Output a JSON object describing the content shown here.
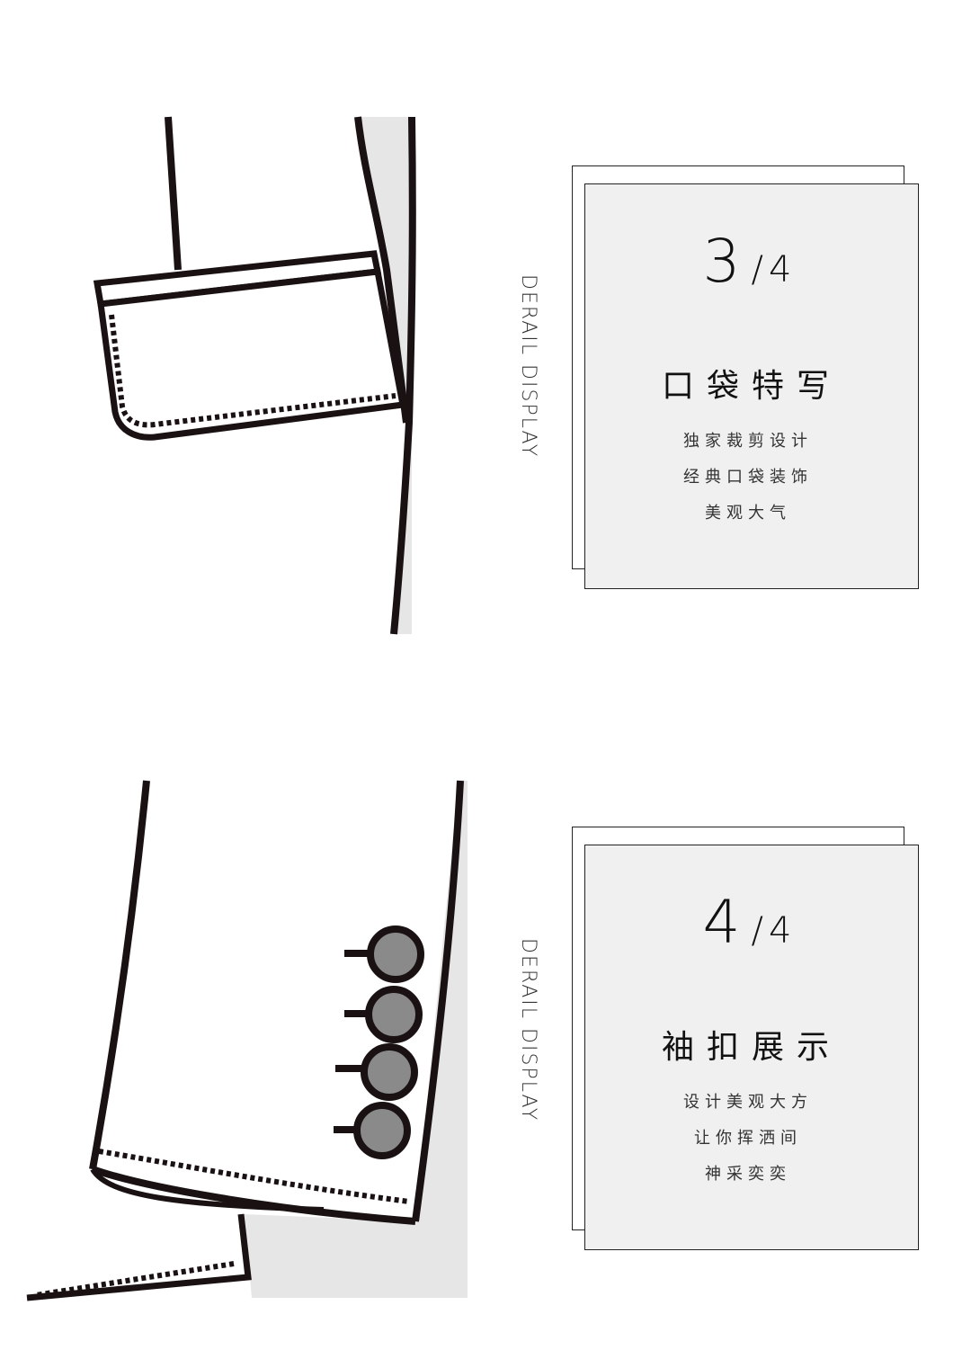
{
  "sections": [
    {
      "vertical_label": "DERAIL DISPLAY",
      "counter": {
        "current": "3",
        "separator": "/",
        "total": "4"
      },
      "heading": "口袋特写",
      "lines": [
        "独家裁剪设计",
        "经典口袋装饰",
        "美观大气"
      ],
      "illustration_icon": "jacket-pocket-illustration"
    },
    {
      "vertical_label": "DERAIL DISPLAY",
      "counter": {
        "current": "4",
        "separator": "/",
        "total": "4"
      },
      "heading": "袖扣展示",
      "lines": [
        "设计美观大方",
        "让你挥洒间",
        "神采奕奕"
      ],
      "illustration_icon": "sleeve-cuff-buttons-illustration"
    }
  ],
  "colors": {
    "outline": "#1a1212",
    "shade": "#e6e6e6",
    "card_fill": "#f0f0f0",
    "button_fill": "#8a8a8a"
  }
}
